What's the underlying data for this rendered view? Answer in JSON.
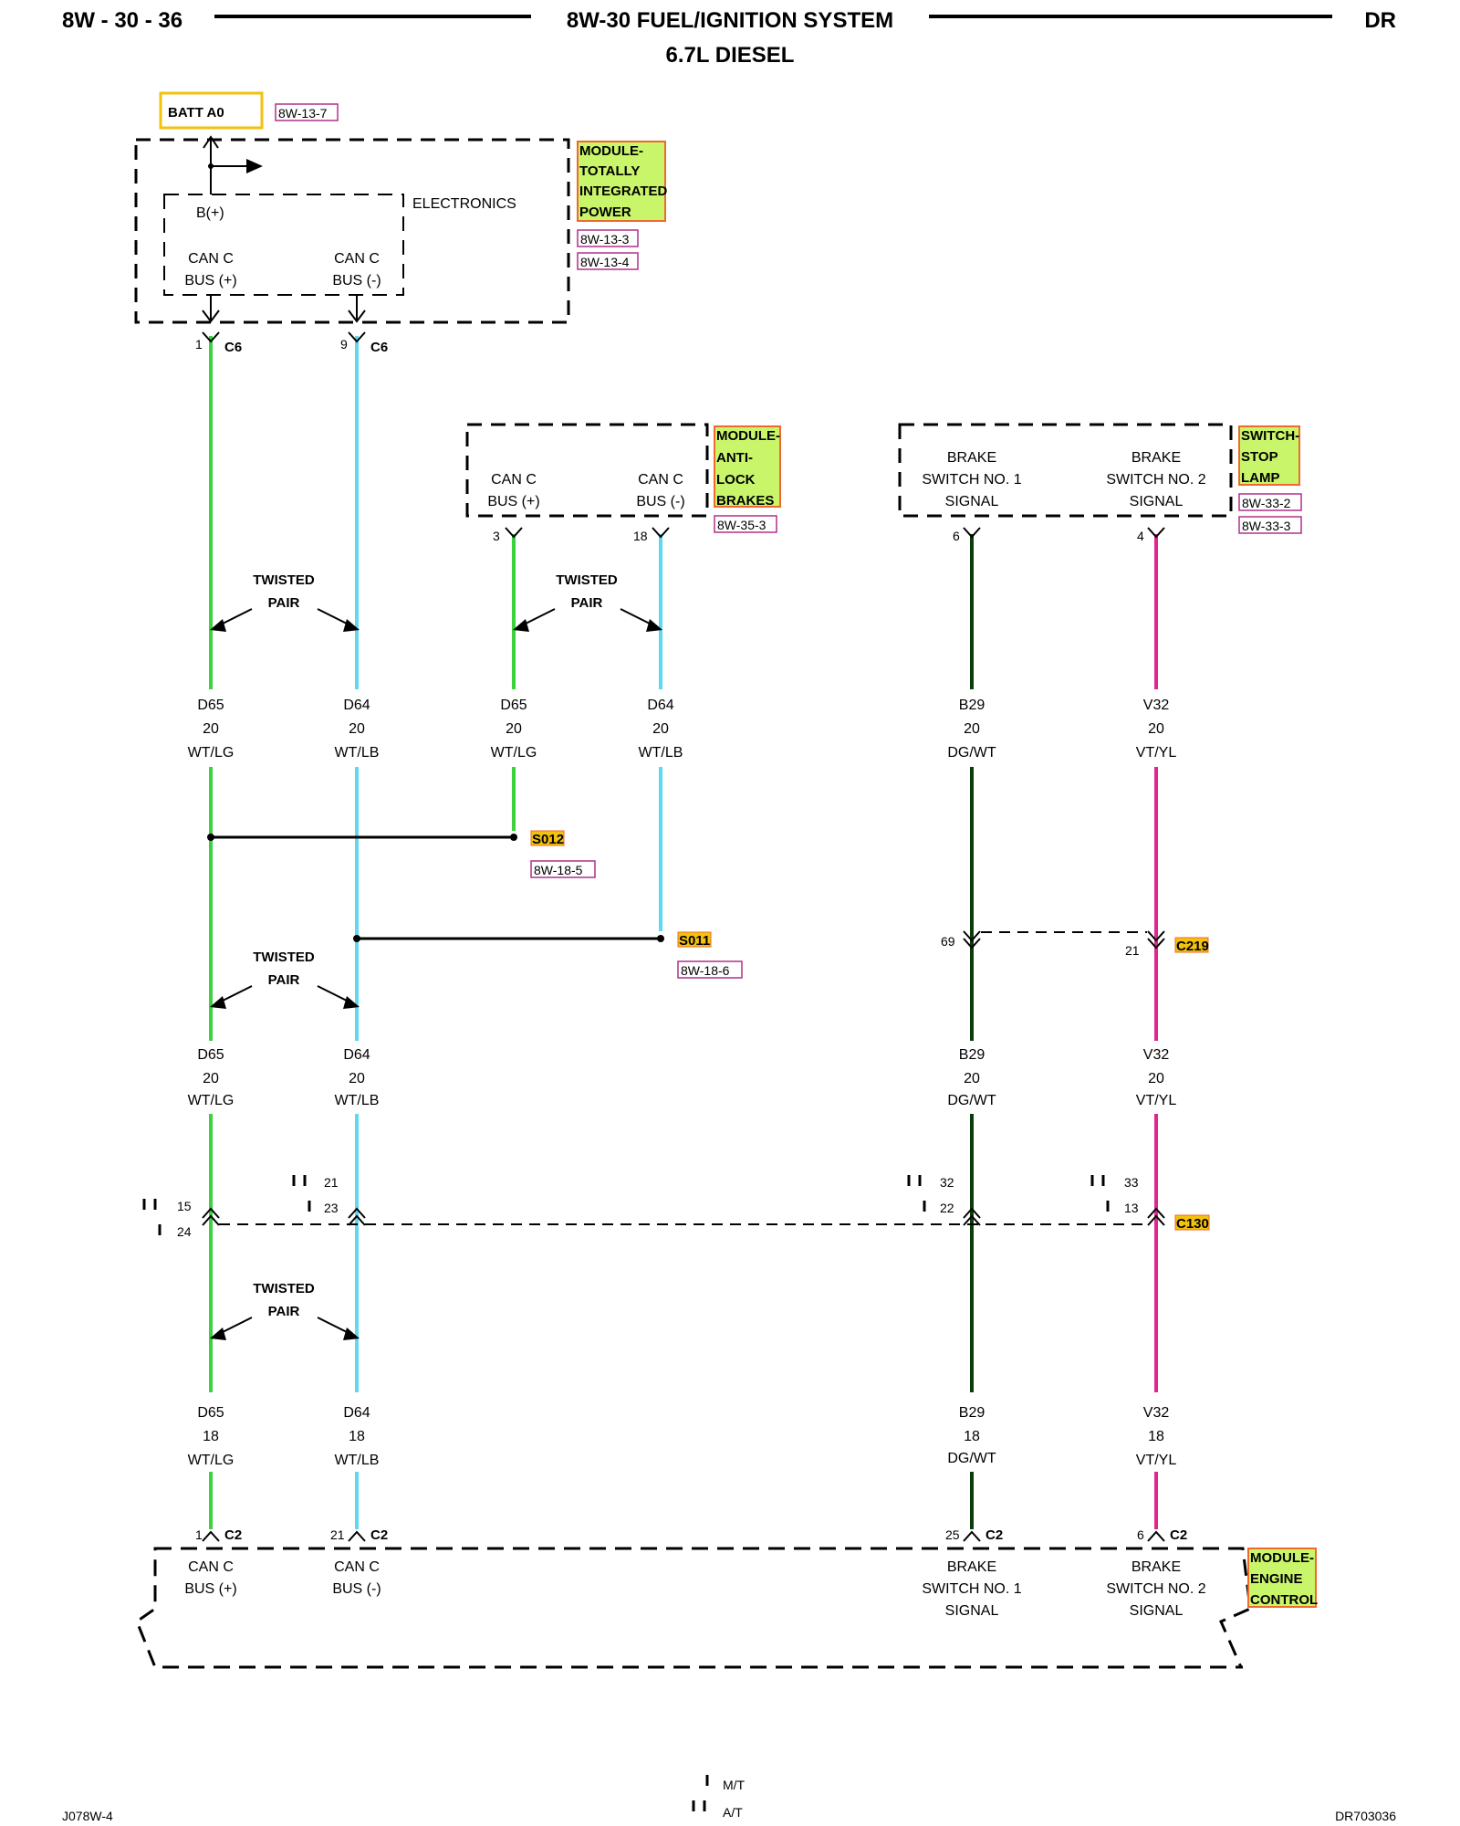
{
  "header": {
    "page_number": "8W - 30 - 36",
    "title": "8W-30 FUEL/IGNITION SYSTEM",
    "subtitle": "6.7L DIESEL",
    "model": "DR"
  },
  "footer": {
    "left_code": "J078W-4",
    "right_code": "DR703036",
    "legend_manual": "M/T",
    "legend_auto": "A/T"
  },
  "colors": {
    "wire_green": "#3dd13d",
    "wire_cyan": "#5fd8f0",
    "wire_darkgreen": "#0b3d0b",
    "wire_magenta": "#e0268f",
    "module_fill": "#c9f56a",
    "module_border": "#ef6a2a",
    "batt_border": "#f2c20c",
    "ref_border": "#b0308a"
  },
  "power": {
    "label": "BATT A0",
    "ref": "8W-13-7"
  },
  "tipm": {
    "name_lines": [
      "MODULE-",
      "TOTALLY",
      "INTEGRATED",
      "POWER"
    ],
    "refs": [
      "8W-13-3",
      "8W-13-4"
    ],
    "electronics": "ELECTRONICS",
    "bplus": "B(+)",
    "pin_pos_lines": [
      "CAN C",
      "BUS (+)"
    ],
    "pin_neg_lines": [
      "CAN C",
      "BUS (-)"
    ],
    "conn_pos_pin": "1",
    "conn_neg_pin": "9",
    "connector": "C6"
  },
  "abs": {
    "name_lines": [
      "MODULE-",
      "ANTI-",
      "LOCK",
      "BRAKES"
    ],
    "ref": "8W-35-3",
    "pin_pos_lines": [
      "CAN C",
      "BUS (+)"
    ],
    "pin_neg_lines": [
      "CAN C",
      "BUS (-)"
    ],
    "pin_pos": "3",
    "pin_neg": "18"
  },
  "switch": {
    "name_lines": [
      "SWITCH-",
      "STOP",
      "LAMP"
    ],
    "refs": [
      "8W-33-2",
      "8W-33-3"
    ],
    "sig1_lines": [
      "BRAKE",
      "SWITCH NO. 1",
      "SIGNAL"
    ],
    "sig2_lines": [
      "BRAKE",
      "SWITCH NO. 2",
      "SIGNAL"
    ],
    "pin1": "6",
    "pin2": "4"
  },
  "twisted_pair": [
    "TWISTED",
    "PAIR"
  ],
  "wires": {
    "row1": [
      {
        "id": "D65",
        "gauge": "20",
        "color": "WT/LG"
      },
      {
        "id": "D64",
        "gauge": "20",
        "color": "WT/LB"
      },
      {
        "id": "D65",
        "gauge": "20",
        "color": "WT/LG"
      },
      {
        "id": "D64",
        "gauge": "20",
        "color": "WT/LB"
      },
      {
        "id": "B29",
        "gauge": "20",
        "color": "DG/WT"
      },
      {
        "id": "V32",
        "gauge": "20",
        "color": "VT/YL"
      }
    ],
    "row2": [
      {
        "id": "D65",
        "gauge": "20",
        "color": "WT/LG"
      },
      {
        "id": "D64",
        "gauge": "20",
        "color": "WT/LB"
      },
      {
        "id": "B29",
        "gauge": "20",
        "color": "DG/WT"
      },
      {
        "id": "V32",
        "gauge": "20",
        "color": "VT/YL"
      }
    ],
    "row3": [
      {
        "id": "D65",
        "gauge": "18",
        "color": "WT/LG"
      },
      {
        "id": "D64",
        "gauge": "18",
        "color": "WT/LB"
      },
      {
        "id": "B29",
        "gauge": "18",
        "color": "DG/WT"
      },
      {
        "id": "V32",
        "gauge": "18",
        "color": "VT/YL"
      }
    ]
  },
  "splices": {
    "s012": {
      "name": "S012",
      "ref": "8W-18-5"
    },
    "s011": {
      "name": "S011",
      "ref": "8W-18-6"
    }
  },
  "c219": {
    "name": "C219",
    "pin_left": "69",
    "pin_right": "21"
  },
  "c130": {
    "name": "C130",
    "d65_mt": "15",
    "d65_at": "24",
    "d64_mt": "21",
    "d64_at": "23",
    "b29_mt": "32",
    "b29_at": "22",
    "v32_mt": "33",
    "v32_at": "13"
  },
  "ecm": {
    "name_lines": [
      "MODULE-",
      "ENGINE",
      "CONTROL"
    ],
    "connector": "C2",
    "pins": [
      "1",
      "21",
      "25",
      "6"
    ],
    "pin1_lines": [
      "CAN C",
      "BUS (+)"
    ],
    "pin2_lines": [
      "CAN C",
      "BUS (-)"
    ],
    "pin3_lines": [
      "BRAKE",
      "SWITCH NO. 1",
      "SIGNAL"
    ],
    "pin4_lines": [
      "BRAKE",
      "SWITCH NO. 2",
      "SIGNAL"
    ]
  }
}
